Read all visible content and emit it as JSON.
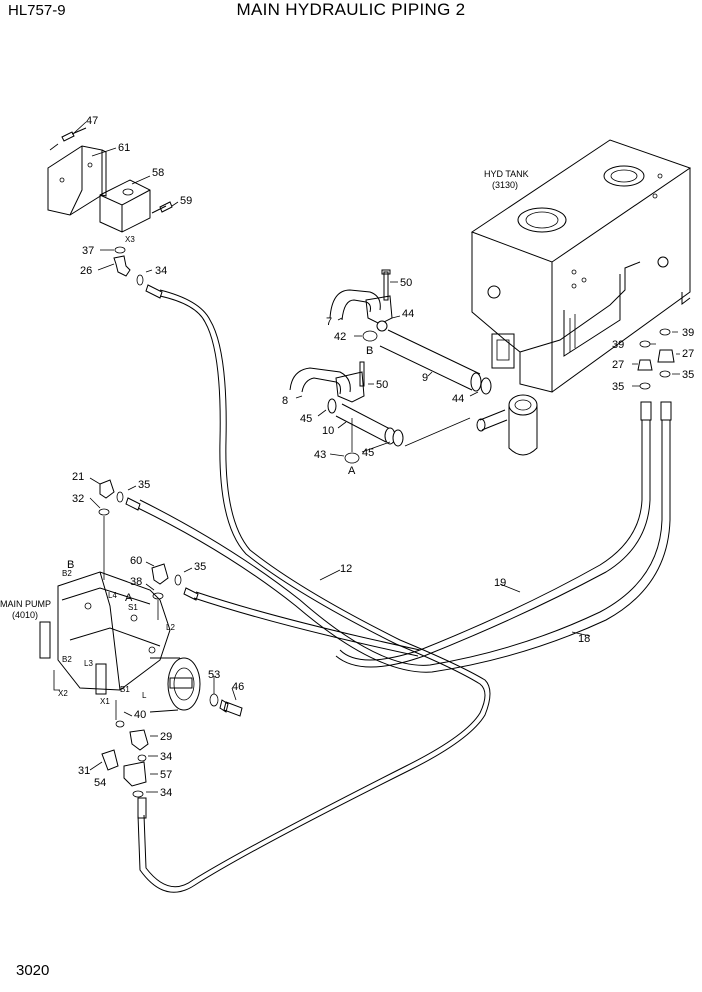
{
  "header": {
    "model": "HL757-9",
    "title": "MAIN HYDRAULIC PIPING 2"
  },
  "footer": {
    "page_number": "3020"
  },
  "labels": {
    "hyd_tank": "HYD TANK",
    "hyd_tank_code": "(3130)",
    "main_pump": "MAIN PUMP",
    "main_pump_code": "(4010)",
    "port_a_upper": "A",
    "port_b_upper": "B",
    "port_a": "A",
    "port_b": "B",
    "x3": "X3",
    "b2": "B2",
    "b2b": "B2",
    "l4": "L4",
    "s1": "S1",
    "l2": "L2",
    "l3": "L3",
    "b1": "B1",
    "l": "L",
    "x1": "X1",
    "x2": "X2"
  },
  "callouts": {
    "c47": "47",
    "c61": "61",
    "c58": "58",
    "c59": "59",
    "c37": "37",
    "c26": "26",
    "c34a": "34",
    "c50a": "50",
    "c44a": "44",
    "c7": "7",
    "c42": "42",
    "c9": "9",
    "c50b": "50",
    "c8": "8",
    "c45a": "45",
    "c10": "10",
    "c43": "43",
    "c45b": "45",
    "c44b": "44",
    "c39a": "39",
    "c39b": "39",
    "c27a": "27",
    "c27b": "27",
    "c35a": "35",
    "c35b": "35",
    "c21": "21",
    "c35c": "35",
    "c32": "32",
    "c60": "60",
    "c35d": "35",
    "c38": "38",
    "c12": "12",
    "c19": "19",
    "c18": "18",
    "c53": "53",
    "c46": "46",
    "c40": "40",
    "c29": "29",
    "c34b": "34",
    "c31": "31",
    "c54": "54",
    "c57": "57",
    "c34c": "34"
  }
}
